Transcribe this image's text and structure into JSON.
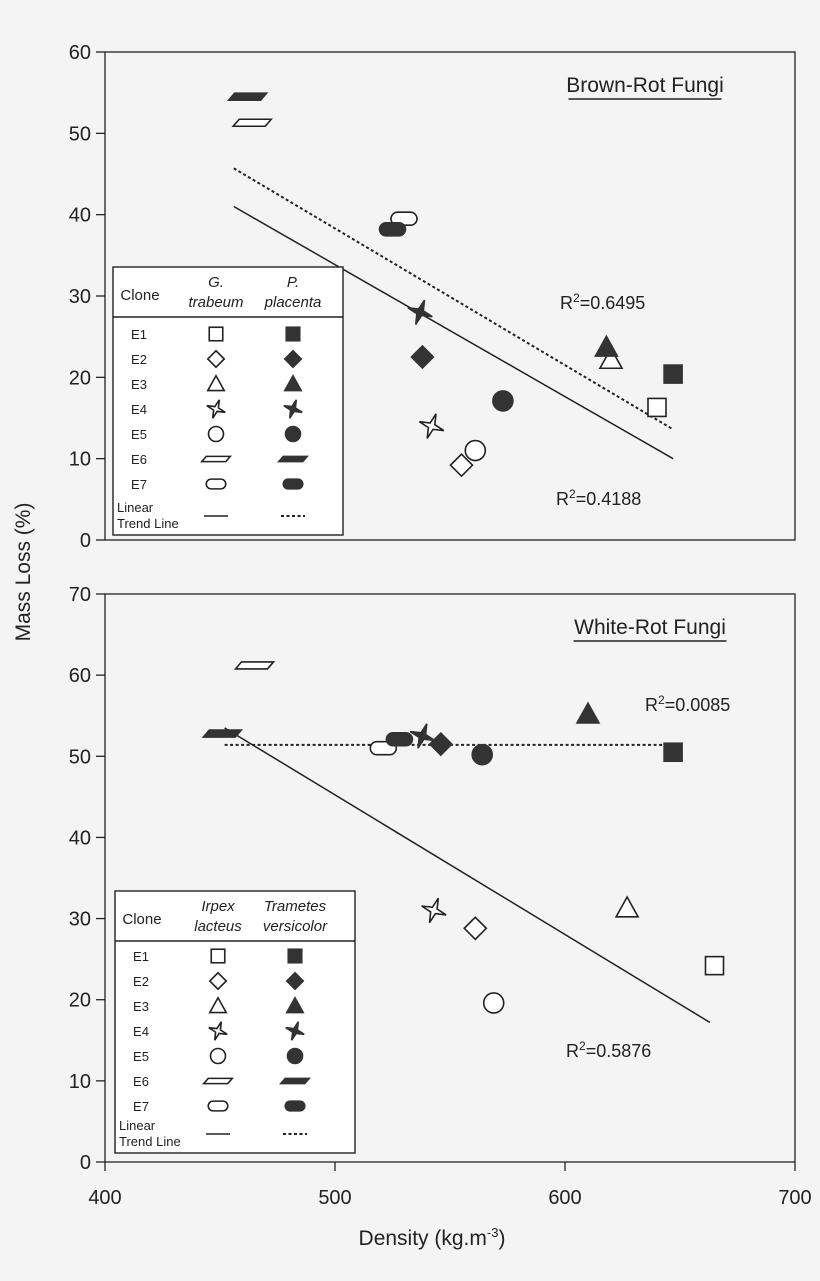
{
  "chart_data": [
    {
      "type": "scatter",
      "title": "Brown-Rot Fungi",
      "xlabel": "Density (kg.m",
      "xlabel_sup": "-3",
      "xlabel_end": ")",
      "ylabel": "Mass Loss (%)",
      "xlim": [
        400,
        700
      ],
      "ylim": [
        0,
        60
      ],
      "yticks": [
        "0",
        "10",
        "20",
        "30",
        "40",
        "50",
        "60"
      ],
      "legend": {
        "clone_header": "Clone",
        "col1_header": [
          "G.",
          "trabeum"
        ],
        "col2_header": [
          "P.",
          "placenta"
        ],
        "clones": [
          "E1",
          "E2",
          "E3",
          "E4",
          "E5",
          "E6",
          "E7"
        ],
        "trend_label": [
          "Linear",
          "Trend Line"
        ]
      },
      "series": [
        {
          "name": "G. trabeum",
          "fill": "open",
          "style": "solid",
          "points": [
            {
              "clone": "E1",
              "x": 640,
              "y": 16.3
            },
            {
              "clone": "E2",
              "x": 555,
              "y": 9.2
            },
            {
              "clone": "E3",
              "x": 620,
              "y": 22.2
            },
            {
              "clone": "E4",
              "x": 542,
              "y": 14.0
            },
            {
              "clone": "E5",
              "x": 561,
              "y": 11.0
            },
            {
              "clone": "E6",
              "x": 464,
              "y": 51.3
            },
            {
              "clone": "E7",
              "x": 530,
              "y": 39.5
            }
          ],
          "trend": {
            "x": [
              456,
              647
            ],
            "y": [
              41.0,
              10.0
            ],
            "r2_text": "0.4188"
          }
        },
        {
          "name": "P. placenta",
          "fill": "filled",
          "style": "dotted",
          "points": [
            {
              "clone": "E1",
              "x": 647,
              "y": 20.4
            },
            {
              "clone": "E2",
              "x": 538,
              "y": 22.5
            },
            {
              "clone": "E3",
              "x": 618,
              "y": 23.7
            },
            {
              "clone": "E4",
              "x": 537,
              "y": 28.0
            },
            {
              "clone": "E5",
              "x": 573,
              "y": 17.1
            },
            {
              "clone": "E6",
              "x": 462,
              "y": 54.5
            },
            {
              "clone": "E7",
              "x": 525,
              "y": 38.2
            }
          ],
          "trend": {
            "x": [
              456,
              647
            ],
            "y": [
              45.7,
              13.6
            ],
            "r2_text": "0.6495"
          }
        }
      ]
    },
    {
      "type": "scatter",
      "title": "White-Rot Fungi",
      "xlabel": "Density (kg.m",
      "xlabel_sup": "-3",
      "xlabel_end": ")",
      "ylabel": "Mass Loss (%)",
      "xlim": [
        400,
        700
      ],
      "ylim": [
        0,
        70
      ],
      "xticks": [
        "400",
        "500",
        "600",
        "700"
      ],
      "yticks": [
        "0",
        "10",
        "20",
        "30",
        "40",
        "50",
        "60",
        "70"
      ],
      "legend": {
        "clone_header": "Clone",
        "col1_header": [
          "Irpex",
          "lacteus"
        ],
        "col2_header": [
          "Trametes",
          "versicolor"
        ],
        "clones": [
          "E1",
          "E2",
          "E3",
          "E4",
          "E5",
          "E6",
          "E7"
        ],
        "trend_label": [
          "Linear",
          "Trend Line"
        ]
      },
      "series": [
        {
          "name": "Irpex lacteus",
          "fill": "open",
          "style": "solid",
          "points": [
            {
              "clone": "E1",
              "x": 665,
              "y": 24.2
            },
            {
              "clone": "E2",
              "x": 561,
              "y": 28.8
            },
            {
              "clone": "E3",
              "x": 627,
              "y": 31.3
            },
            {
              "clone": "E4",
              "x": 543,
              "y": 31.0
            },
            {
              "clone": "E5",
              "x": 569,
              "y": 19.6
            },
            {
              "clone": "E6",
              "x": 465,
              "y": 61.2
            },
            {
              "clone": "E7",
              "x": 521,
              "y": 51.0
            }
          ],
          "trend": {
            "x": [
              452,
              663
            ],
            "y": [
              53.5,
              17.2
            ],
            "r2_text": "0.5876"
          }
        },
        {
          "name": "Trametes versicolor",
          "fill": "filled",
          "style": "dotted",
          "points": [
            {
              "clone": "E1",
              "x": 647,
              "y": 50.5
            },
            {
              "clone": "E2",
              "x": 546,
              "y": 51.5
            },
            {
              "clone": "E3",
              "x": 610,
              "y": 55.2
            },
            {
              "clone": "E4",
              "x": 538,
              "y": 52.5
            },
            {
              "clone": "E5",
              "x": 564,
              "y": 50.2
            },
            {
              "clone": "E6",
              "x": 451,
              "y": 52.8
            },
            {
              "clone": "E7",
              "x": 528,
              "y": 52.1
            }
          ],
          "trend": {
            "x": [
              452,
              647
            ],
            "y": [
              51.4,
              51.4
            ],
            "r2_text": "0.0085"
          }
        }
      ]
    }
  ]
}
